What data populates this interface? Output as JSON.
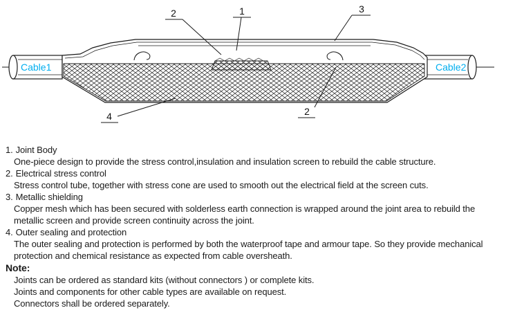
{
  "diagram": {
    "cable1_label": "Cable1",
    "cable2_label": "Cable2",
    "accent_color": "#00AEEF",
    "callouts": {
      "one": "1",
      "two_top": "2",
      "two_bottom": "2",
      "three": "3",
      "four": "4"
    }
  },
  "description": {
    "items": [
      {
        "number": "1.",
        "title": "Joint Body",
        "lines": [
          "One-piece design to provide the stress control,insulation and insulation screen to rebuild the cable structure."
        ]
      },
      {
        "number": "2.",
        "title": "Electrical stress control",
        "lines": [
          "Stress control tube, together with stress cone are used to smooth out the electrical field at the screen cuts."
        ]
      },
      {
        "number": "3.",
        "title": "Metallic shielding",
        "lines": [
          "Copper mesh which has been secured with solderless earth connection is wrapped around the joint area to rebuild the",
          "metallic screen and provide screen continuity across the joint."
        ]
      },
      {
        "number": "4.",
        "title": "Outer sealing and protection",
        "lines": [
          "The outer sealing and protection is performed by both the waterproof tape and armour tape. So they provide mechanical",
          "protection and chemical resistance as expected from cable oversheath."
        ]
      }
    ],
    "note": {
      "title": "Note:",
      "lines": [
        "Joints can be ordered as standard kits (without connectors ) or complete kits.",
        "Joints and components for other cable types are available on request.",
        "Connectors shall be ordered separately."
      ]
    }
  }
}
